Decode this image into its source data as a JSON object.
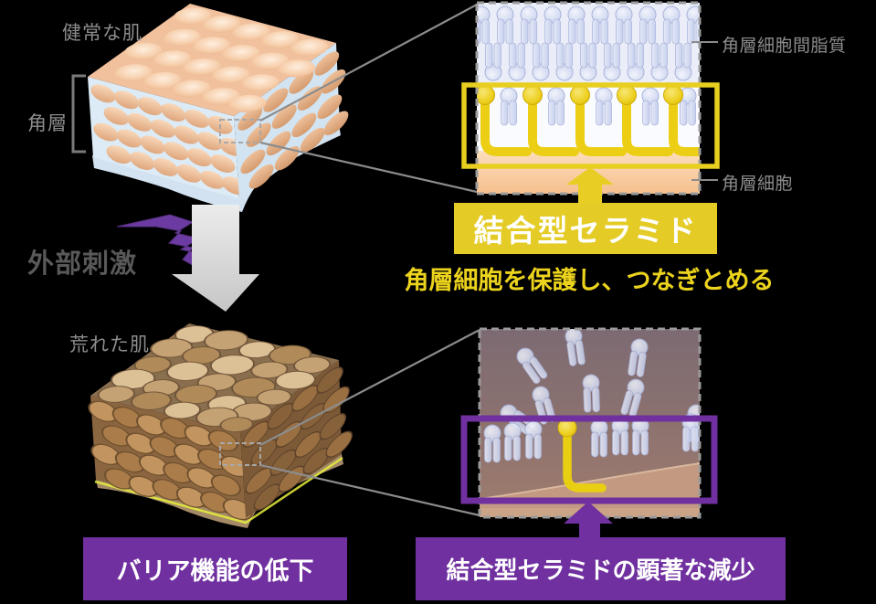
{
  "colors": {
    "accent_yellow": "#e6cd25",
    "accent_purple": "#7030a0",
    "label_gray": "#8c8c8c",
    "stimulus_gray": "#595959"
  },
  "healthy": {
    "skin_label": "健常な肌",
    "layer_label": "角層"
  },
  "damaged": {
    "skin_label": "荒れた肌"
  },
  "stimulus": {
    "label": "外部刺激"
  },
  "micro_top": {
    "intercellular_lipid_label": "角層細胞間脂質",
    "corneocyte_label": "角層細胞"
  },
  "ceramide": {
    "banner_label": "結合型セラミド",
    "subtitle": "角層細胞を保護し、つなぎとめる"
  },
  "decline": {
    "barrier_banner_label": "バリア機能の低下",
    "ceramide_banner_label": "結合型セラミドの顕著な減少"
  }
}
